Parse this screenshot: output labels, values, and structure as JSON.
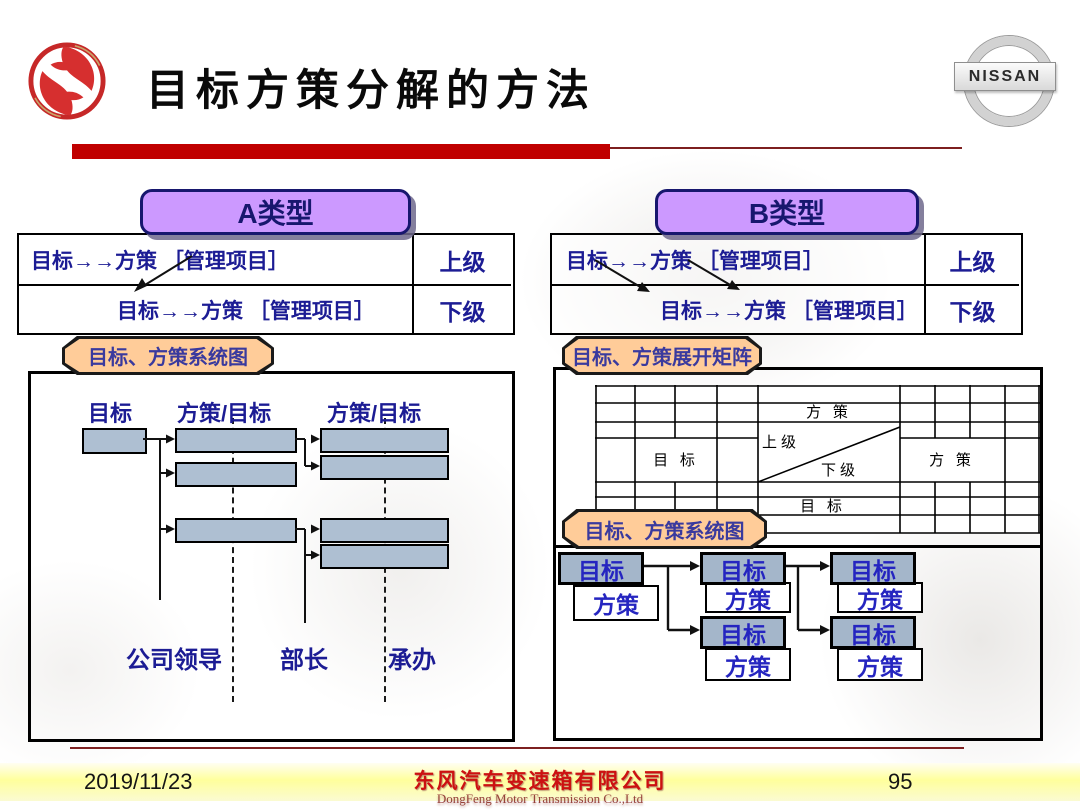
{
  "slide": {
    "title": "目标方策分解的方法",
    "nissan": "NISSAN"
  },
  "panel_a": {
    "header": "A类型",
    "row1_text": "目标→→方策 ［管理项目］",
    "row1_level": "上级",
    "row2_text": "目标→→方策 ［管理项目］",
    "row2_level": "下级",
    "tag": "目标、方策系统图",
    "col_labels": [
      "目标",
      "方策/目标",
      "方策/目标"
    ],
    "roles": [
      "公司领导",
      "部长",
      "承办"
    ]
  },
  "panel_b": {
    "header": "B类型",
    "row1_text": "目标→→方策 ［管理项目］",
    "row1_level": "上级",
    "row2_text": "目标→→方策 ［管理项目］",
    "row2_level": "下级",
    "matrix_tag": "目标、方策展开矩阵",
    "system_tag": "目标、方策系统图",
    "matrix": {
      "policy_top": "方 策",
      "goal_left": "目 标",
      "upper": "上级",
      "lower": "下级",
      "policy_right": "方 策",
      "goal_bottom": "目 标"
    },
    "tree": {
      "goal": "目标",
      "policy": "方策"
    }
  },
  "footer": {
    "date": "2019/11/23",
    "company_cn": "东风汽车变速箱有限公司",
    "company_en": "DongFeng  Motor  Transmission  Co.,Ltd",
    "page": "95"
  },
  "colors": {
    "accent_red": "#c00000",
    "header_fill": "#cc99ff",
    "tag_fill": "#ffcc99",
    "box_fill": "#aebfd2",
    "navy_text": "#1c1c94",
    "footer_band": "#ffff9c"
  }
}
